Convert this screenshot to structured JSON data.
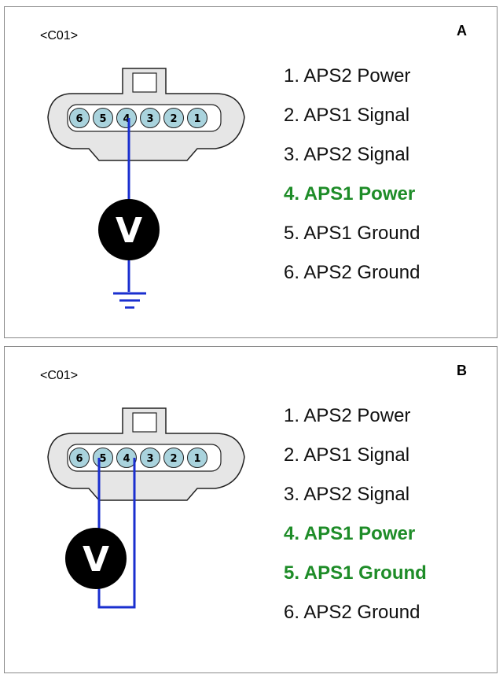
{
  "panels": [
    {
      "letter": "A",
      "connector": "<C01>",
      "meter_label": "V",
      "pins": [
        {
          "label": "1. APS2 Power",
          "highlight": false
        },
        {
          "label": "2. APS1 Signal",
          "highlight": false
        },
        {
          "label": "3. APS2 Signal",
          "highlight": false
        },
        {
          "label": "4. APS1 Power",
          "highlight": true
        },
        {
          "label": "5. APS1 Ground",
          "highlight": false
        },
        {
          "label": "6. APS2 Ground",
          "highlight": false
        }
      ]
    },
    {
      "letter": "B",
      "connector": "<C01>",
      "meter_label": "V",
      "pins": [
        {
          "label": "1. APS2 Power",
          "highlight": false
        },
        {
          "label": "2. APS1 Signal",
          "highlight": false
        },
        {
          "label": "3. APS2 Signal",
          "highlight": false
        },
        {
          "label": "4. APS1 Power",
          "highlight": true
        },
        {
          "label": "5. APS1 Ground",
          "highlight": true
        },
        {
          "label": "6. APS2 Ground",
          "highlight": false
        }
      ]
    }
  ],
  "connector_pins": [
    "6",
    "5",
    "4",
    "3",
    "2",
    "1"
  ],
  "colors": {
    "highlight": "#1e8c28",
    "wire": "#1a2fcf",
    "pin_fill": "#a9d3dd",
    "housing_fill": "#e6e6e6"
  }
}
